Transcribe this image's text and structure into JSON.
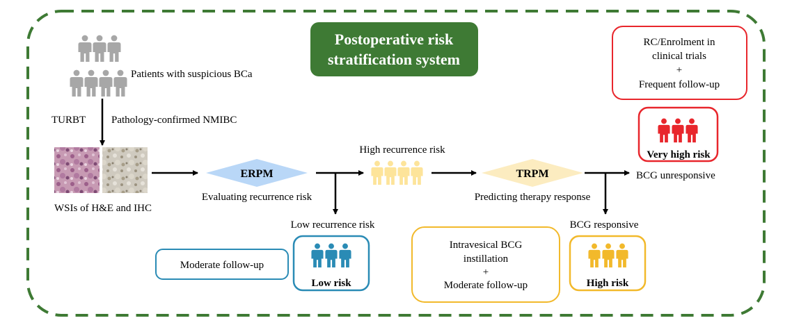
{
  "title_box": {
    "line1": "Postoperative risk",
    "line2": "stratification system",
    "color": "#3e7a34"
  },
  "labels": {
    "patients": "Patients with suspicious BCa",
    "turbt": "TURBT",
    "pathology": "Pathology-confirmed NMIBC",
    "wsis": "WSIs of H&E and IHC",
    "erpm": "ERPM",
    "evaluating": "Evaluating recurrence risk",
    "high_recurrence": "High recurrence risk",
    "low_recurrence": "Low recurrence risk",
    "trpm": "TRPM",
    "predicting": "Predicting therapy response",
    "bcg_unresponsive": "BCG unresponsive",
    "bcg_responsive": "BCG responsive"
  },
  "boxes": {
    "rc": {
      "line1": "RC/Enrolment in",
      "line2": "clinical trials",
      "line3": "+",
      "line4": "Frequent follow-up",
      "color": "#e8262c"
    },
    "very_high": {
      "label": "Very high risk",
      "color": "#e8262c"
    },
    "moderate": {
      "label": "Moderate follow-up",
      "color": "#2a8bb5"
    },
    "low": {
      "label": "Low risk",
      "color": "#2a8bb5"
    },
    "intravesical": {
      "line1": "Intravesical BCG",
      "line2": "instillation",
      "line3": "+",
      "line4": "Moderate follow-up",
      "color": "#f2b92b"
    },
    "high": {
      "label": "High risk",
      "color": "#f2b92b"
    }
  },
  "colors": {
    "frame_dash": "#3e7a34",
    "people_gray": "#a7a7a7",
    "people_light_yellow": "#fde49a",
    "people_blue": "#2a8bb5",
    "people_orange": "#f2b92b",
    "people_red": "#e8262c",
    "erpm_fill": "#b9d7f7",
    "trpm_fill": "#fcecc0"
  },
  "icons": {
    "patients_group": "people-group-icon",
    "person": "person-icon",
    "slide_he": "he-slide-icon",
    "slide_ihc": "ihc-slide-icon"
  }
}
